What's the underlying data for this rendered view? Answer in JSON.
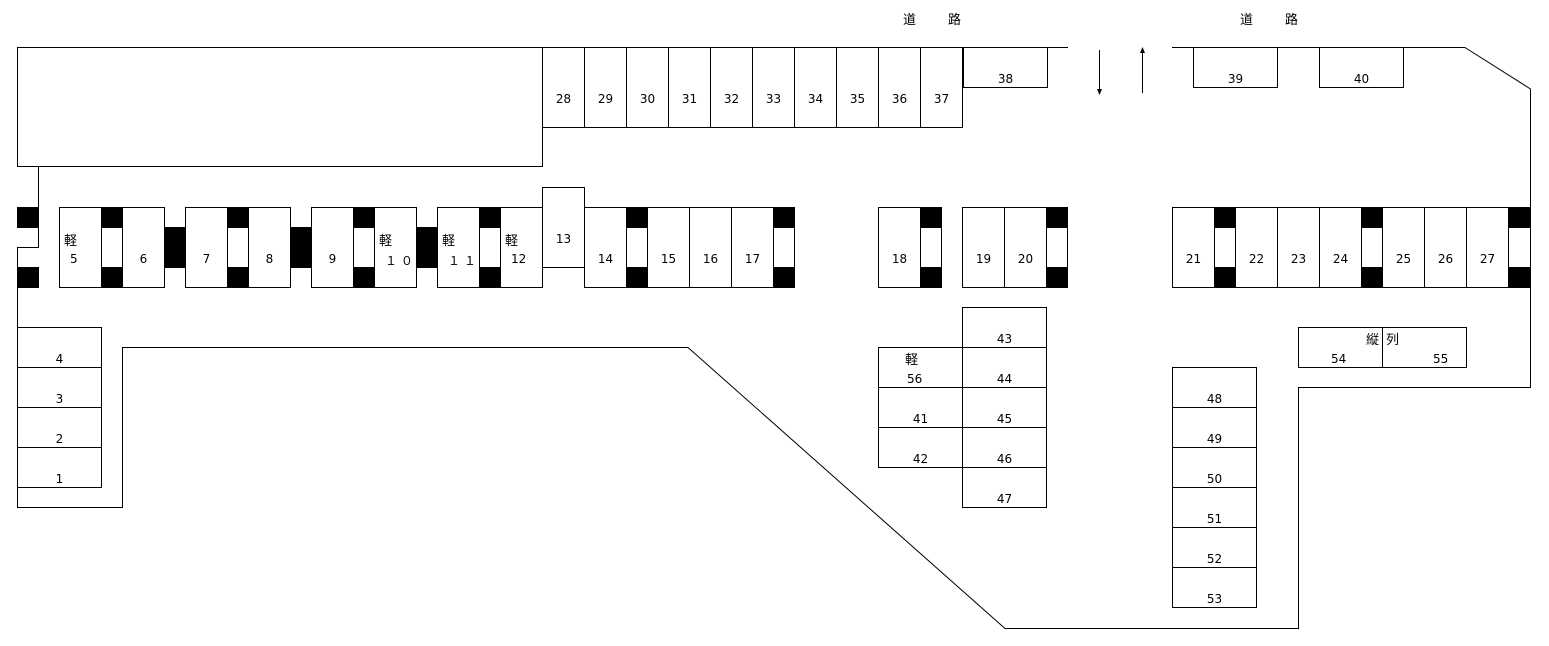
{
  "road_labels": [
    "道　　路",
    "道　　路"
  ],
  "light_car_label": "軽",
  "tandem_label_left": "縦",
  "tandem_label_right": "列",
  "slots": {
    "s1": "1",
    "s2": "2",
    "s3": "3",
    "s4": "4",
    "s5": "5",
    "s6": "6",
    "s7": "7",
    "s8": "8",
    "s9": "9",
    "s10": "１ ０",
    "s11": "１ １",
    "s12": "12",
    "s13": "13",
    "s14": "14",
    "s15": "15",
    "s16": "16",
    "s17": "17",
    "s18": "18",
    "s19": "19",
    "s20": "20",
    "s21": "21",
    "s22": "22",
    "s23": "23",
    "s24": "24",
    "s25": "25",
    "s26": "26",
    "s27": "27",
    "s28": "28",
    "s29": "29",
    "s30": "30",
    "s31": "31",
    "s32": "32",
    "s33": "33",
    "s34": "34",
    "s35": "35",
    "s36": "36",
    "s37": "37",
    "s38": "38",
    "s39": "39",
    "s40": "40",
    "s41": "41",
    "s42": "42",
    "s43": "43",
    "s44": "44",
    "s45": "45",
    "s46": "46",
    "s47": "47",
    "s48": "48",
    "s49": "49",
    "s50": "50",
    "s51": "51",
    "s52": "52",
    "s53": "53",
    "s54": "54",
    "s55": "55",
    "s56": "56"
  }
}
